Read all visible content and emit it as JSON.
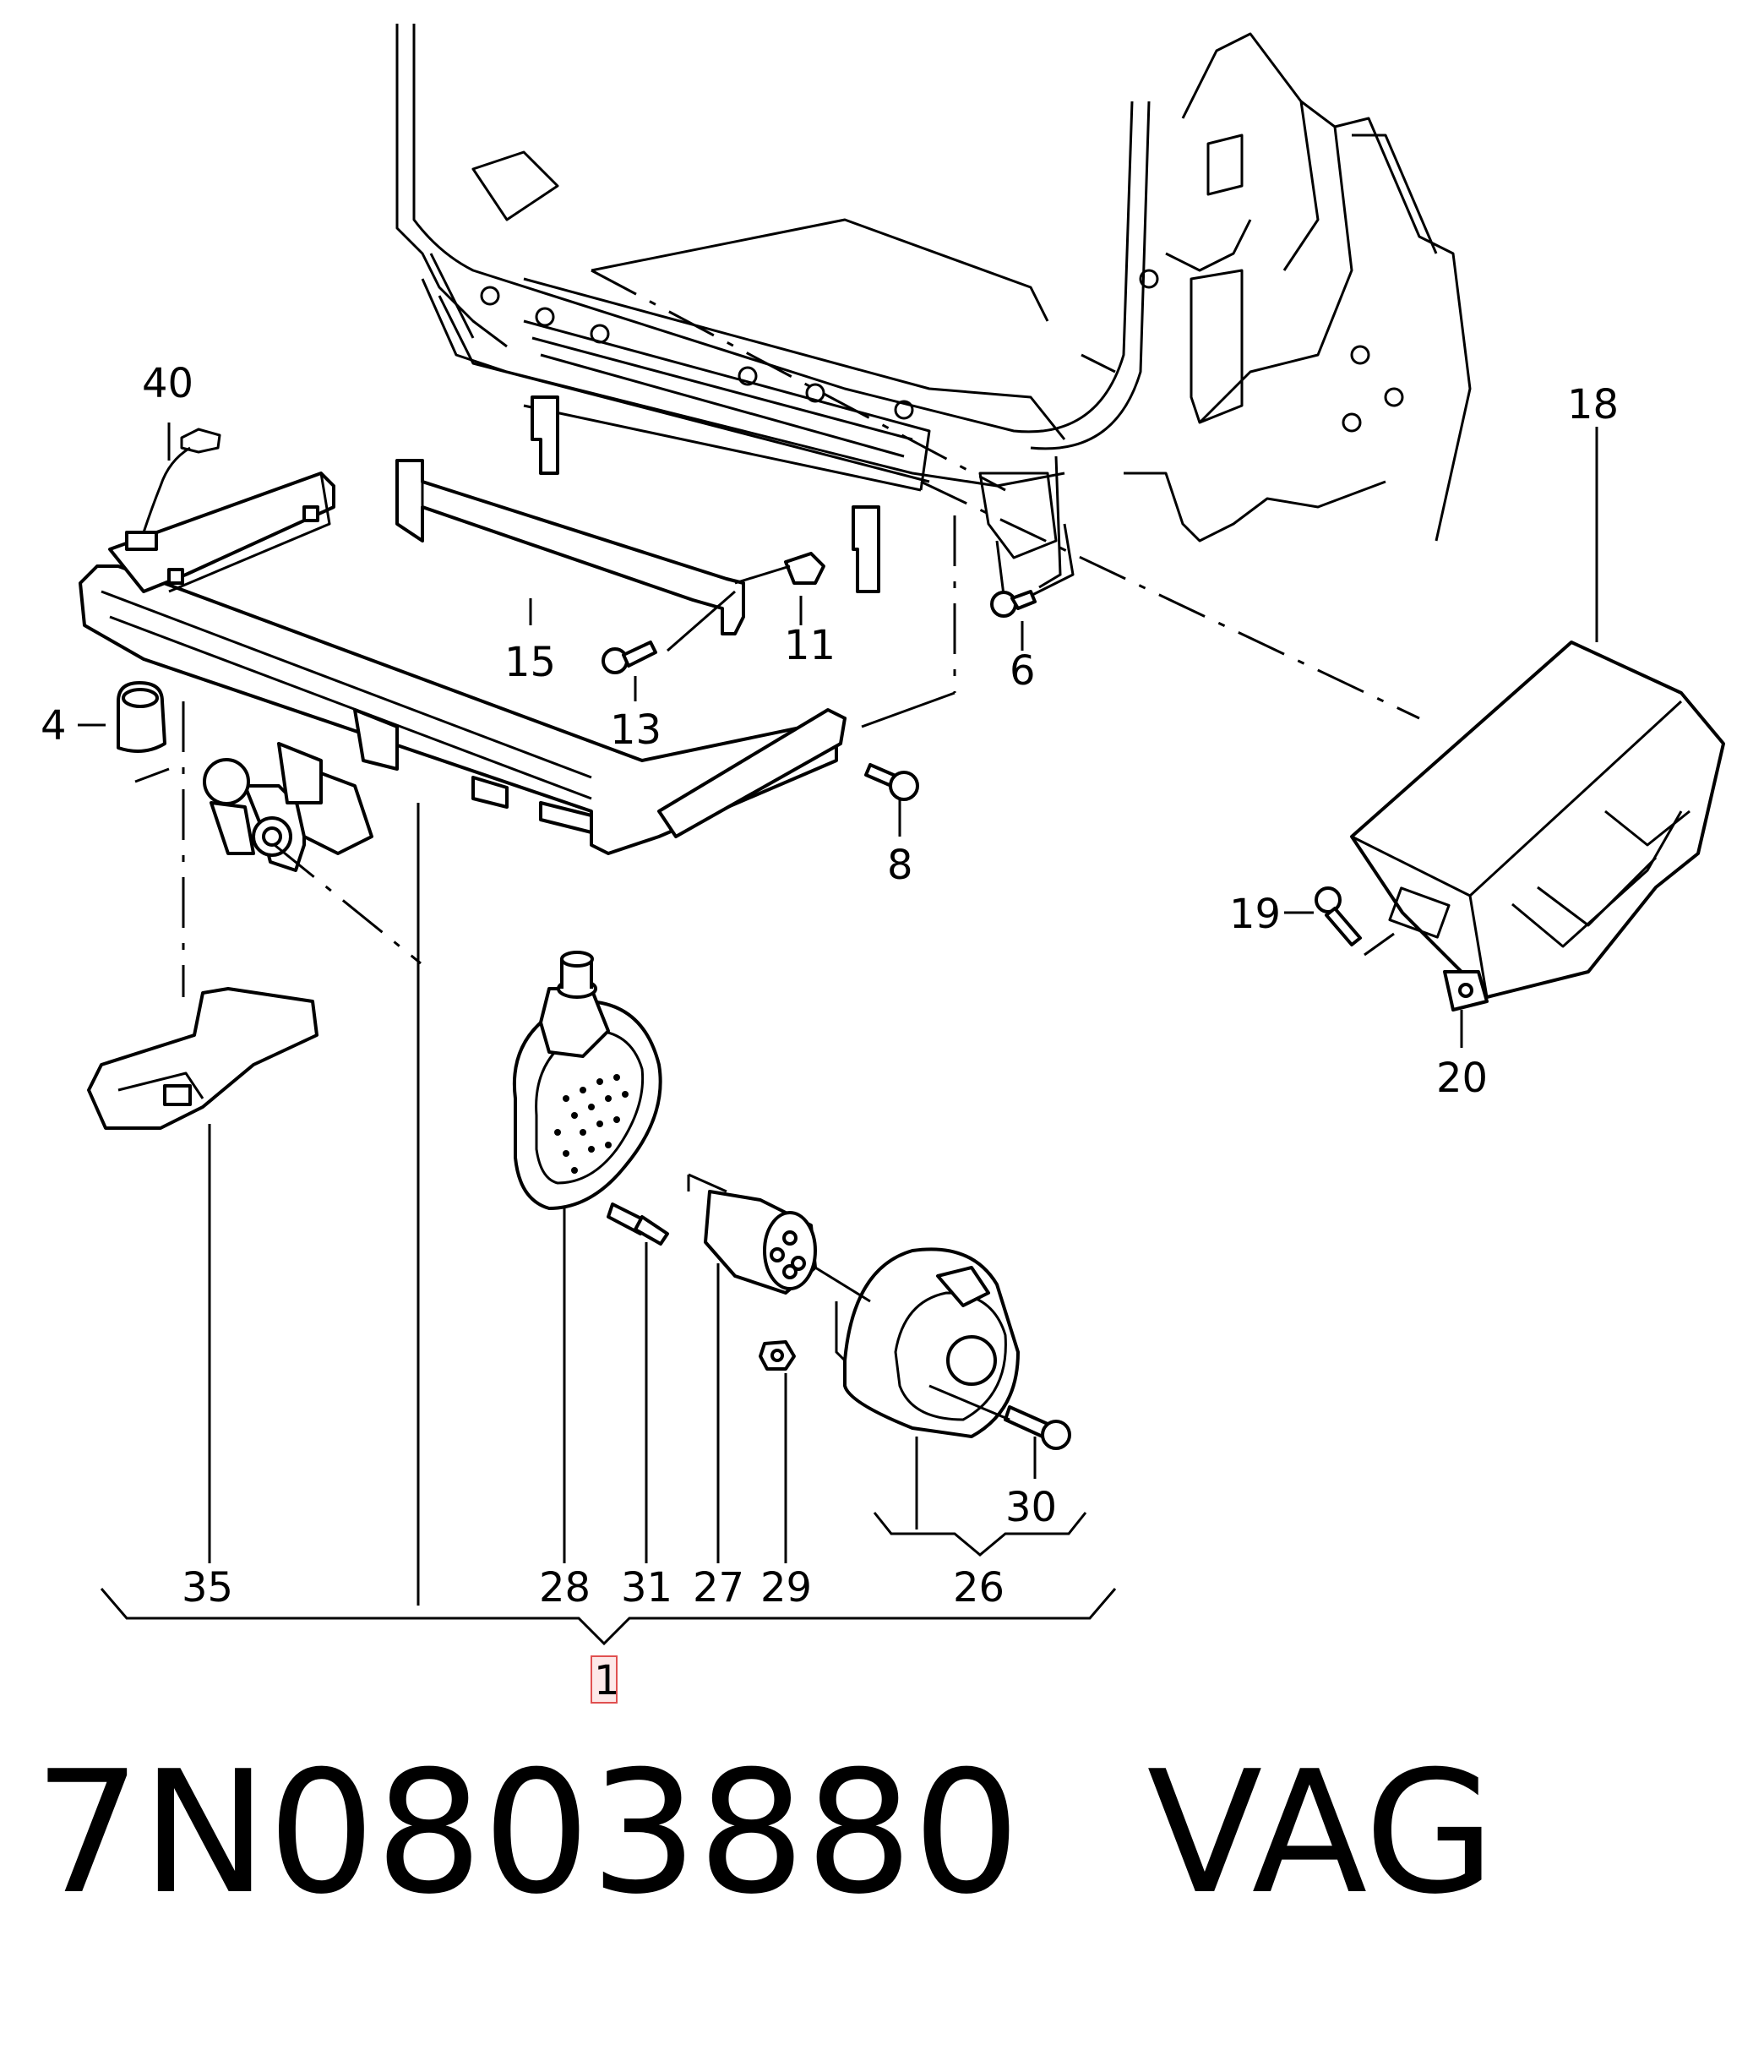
{
  "caption": {
    "part_number": "7N0803880",
    "brand": "VAG"
  },
  "labels": {
    "l40": "40",
    "l18": "18",
    "l15": "15",
    "l11": "11",
    "l6": "6",
    "l13": "13",
    "l4": "4",
    "l8": "8",
    "l19": "19",
    "l20": "20",
    "l30": "30",
    "l35": "35",
    "l28": "28",
    "l31": "31",
    "l27": "27",
    "l29": "29",
    "l26": "26",
    "l1": "1"
  },
  "colors": {
    "line": "#000000",
    "background": "#ffffff",
    "highlight_box": "#e05050",
    "highlight_fill": "#fde8e8"
  }
}
